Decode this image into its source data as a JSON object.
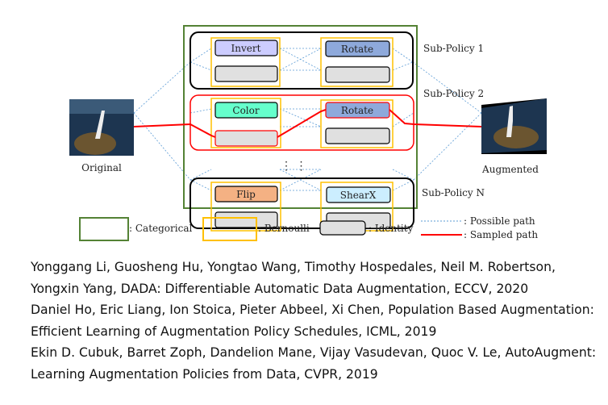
{
  "diagram": {
    "original_label": "Original",
    "augmented_label": "Augmented",
    "sub_policies": [
      {
        "label": "Sub-Policy 1",
        "ops": [
          "Invert",
          "Rotate"
        ],
        "op_colors": [
          "#ccccff",
          "#8ea9db"
        ]
      },
      {
        "label": "Sub-Policy 2",
        "ops": [
          "Color",
          "Rotate"
        ],
        "op_colors": [
          "#66ffcc",
          "#8ea9db"
        ]
      },
      {
        "label": "Sub-Policy N",
        "ops": [
          "Flip",
          "ShearX"
        ],
        "op_colors": [
          "#f4b183",
          "#cceeff"
        ]
      }
    ],
    "ellipsis": "⋮ ⋮",
    "legend": {
      "categorical": ": Categorical",
      "bernoulli": ": Bernoulli",
      "identity": ": Identity",
      "possible_path": ": Possible path",
      "sampled_path": ": Sampled path"
    },
    "colors": {
      "categorical": "#548235",
      "bernoulli": "#ffc000",
      "identity": "#e0e0e0",
      "sampled": "#ff0000",
      "possible": "#5b9bd5"
    }
  },
  "references": [
    "Yonggang Li, Guosheng Hu, Yongtao Wang, Timothy Hospedales, Neil M. Robertson, Yongxin Yang, DADA: Differentiable Automatic Data Augmentation, ECCV, 2020",
    "Daniel Ho, Eric Liang, Ion Stoica, Pieter Abbeel, Xi Chen, Population Based Augmentation: Efficient Learning of Augmentation Policy Schedules, ICML, 2019",
    "Ekin D. Cubuk, Barret Zoph, Dandelion Mane, Vijay Vasudevan, Quoc V. Le, AutoAugment: Learning Augmentation Policies from Data, CVPR, 2019"
  ]
}
